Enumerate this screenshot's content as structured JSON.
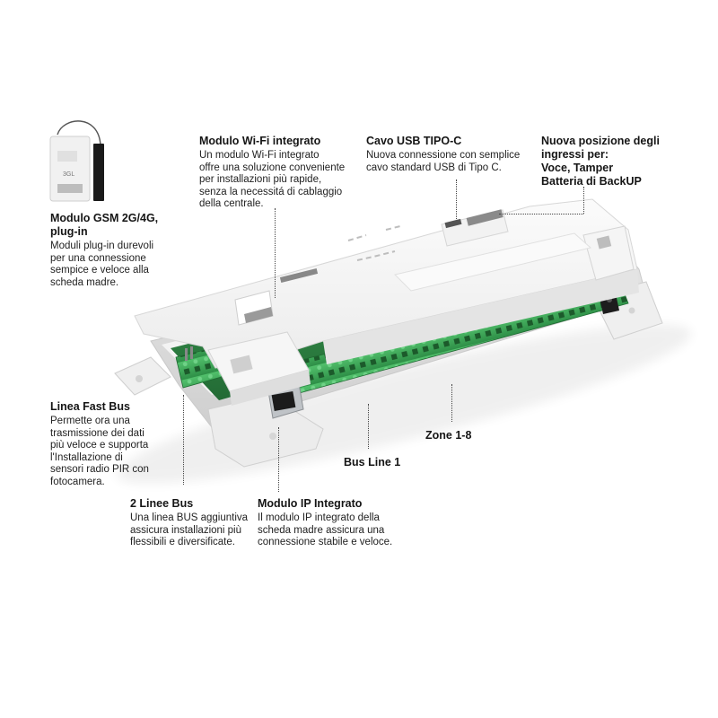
{
  "diagram": {
    "subject": "Alarm control panel board with white enclosure",
    "colors": {
      "background": "#ffffff",
      "enclosure": "#f1f1f1",
      "enclosure_shadow": "#d9d9d9",
      "pcb": "#2f8a45",
      "terminal_block": "#3fae5a",
      "leader_line": "#444444",
      "text": "#151515"
    },
    "callouts": [
      {
        "id": "gsm",
        "title": "Modulo GSM 2G/4G,\nplug-in",
        "body": "Moduli plug-in durevoli\nper una connessione\nsempice e veloce alla\nscheda madre."
      },
      {
        "id": "wifi",
        "title": "Modulo Wi-Fi integrato",
        "body": "Un modulo Wi-Fi integrato\noffre una soluzione conveniente\nper installazioni più rapide,\nsenza la necessitá di cablaggio\ndella centrale."
      },
      {
        "id": "usb",
        "title": "Cavo USB TIPO-C",
        "body": "Nuova connessione con semplice\ncavo standard USB di Tipo C."
      },
      {
        "id": "inputs",
        "title": "Nuova posizione degli\ningressi per:\nVoce, Tamper\nBatteria di BackUP",
        "body": ""
      },
      {
        "id": "fastbus",
        "title": "Linea Fast Bus",
        "body": "Permette ora una\ntrasmissione dei dati\npiù veloce e supporta\nl'Installazione di\nsensori radio PIR con\nfotocamera."
      },
      {
        "id": "zone",
        "title": "Zone 1-8",
        "body": ""
      },
      {
        "id": "busline1",
        "title": "Bus Line 1",
        "body": ""
      },
      {
        "id": "twobus",
        "title": "2 Linee Bus",
        "body": "Una linea BUS aggiuntiva\nassicura installazioni più\nflessibili e diversificate."
      },
      {
        "id": "ip",
        "title": "Modulo IP Integrato",
        "body": "Il modulo IP integrato della\nscheda madre assicura una\nconnessione stabile e veloce."
      }
    ]
  }
}
